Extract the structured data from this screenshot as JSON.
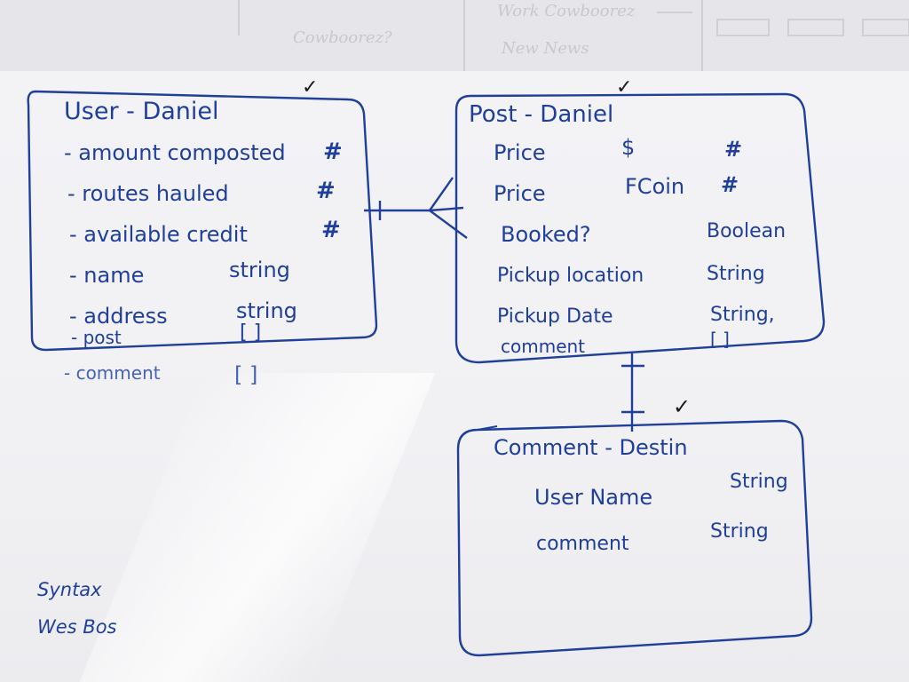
{
  "background_notes": {
    "left": "Cowboorez?",
    "mid_top": "Work Cowboorez",
    "mid_bottom": "New News"
  },
  "user_panel": {
    "title": "User - Daniel",
    "rows": [
      {
        "field": "- amount composted",
        "type": "#"
      },
      {
        "field": "- routes hauled",
        "type": "#"
      },
      {
        "field": "- available credit",
        "type": "#"
      },
      {
        "field": "- name",
        "type": "string"
      },
      {
        "field": "- address",
        "type": "string"
      },
      {
        "field": "- post",
        "type": "[ ]"
      }
    ],
    "extra_field": "- comment",
    "extra_type": "[ ]"
  },
  "post_panel": {
    "title": "Post - Daniel",
    "rows": [
      {
        "field": "Price",
        "unit": "$",
        "type": "#"
      },
      {
        "field": "Price",
        "unit": "FCoin",
        "type": "#"
      },
      {
        "field": "Booked?",
        "unit": "",
        "type": "Boolean"
      },
      {
        "field": "Pickup location",
        "unit": "",
        "type": "String"
      },
      {
        "field": "Pickup Date",
        "unit": "",
        "type": "String,"
      },
      {
        "field": "comment",
        "unit": "",
        "type": "[ ]"
      }
    ]
  },
  "comment_panel": {
    "title": "Comment - Destin",
    "rows": [
      {
        "field": "User Name",
        "type": "String"
      },
      {
        "field": "comment",
        "type": "String"
      }
    ]
  },
  "checkmark": "✓",
  "signature": {
    "line1": "Syntax",
    "line2": "Wes Bos"
  },
  "colors": {
    "ink": "#1f3f9a",
    "check_ink": "#1a1a1a",
    "paper": "#f1f1f4"
  }
}
